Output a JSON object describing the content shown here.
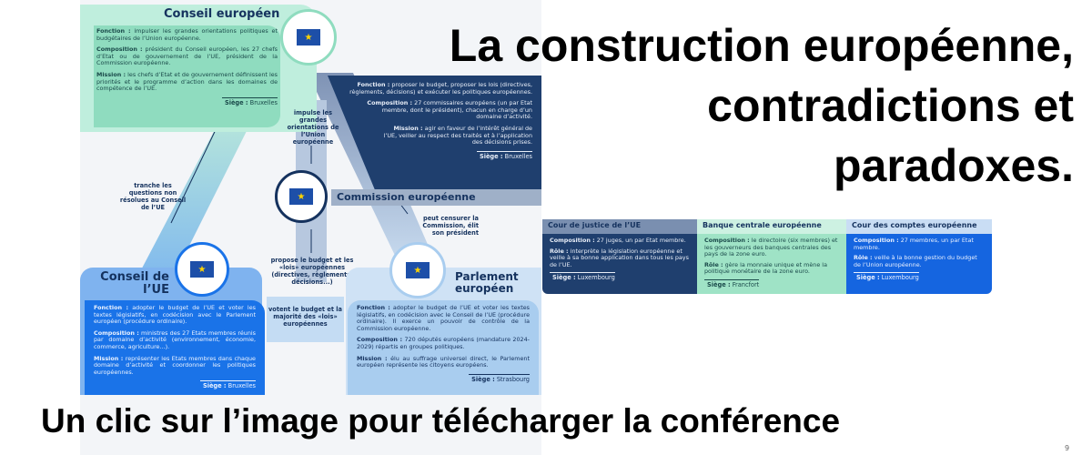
{
  "title": {
    "line1": "La construction européenne,",
    "line2": "contradictions et",
    "line3": "paradoxes."
  },
  "cta": "Un clic sur l’image pour télécharger la conférence",
  "page_number": "9",
  "colors": {
    "conseil_europeen": "#8fdcbf",
    "commission": "#1f3f6e",
    "conseil_ue": "#1a73e8",
    "parlement": "#a9cdef",
    "cjue": "#1f3f6e",
    "bce": "#9fe3c6",
    "cour_comptes": "#1565e0"
  },
  "conseil_europeen": {
    "title": "Conseil européen",
    "fonction_label": "Fonction :",
    "fonction": "impulser les grandes orientations politiques et budgétaires de l’Union européenne.",
    "composition_label": "Composition :",
    "composition": "président du Conseil européen, les 27 chefs d’Etat ou de gouvernement de l’UE, président de la Commission européenne.",
    "mission_label": "Mission :",
    "mission": "les chefs d’Etat et de gouvernement définissent les priorités et le programme d’action dans les domaines de compétence de l’UE.",
    "siege_label": "Siège :",
    "siege": "Bruxelles"
  },
  "commission": {
    "title": "Commission européenne",
    "fonction_label": "Fonction :",
    "fonction": "proposer le budget, proposer les lois (directives, règlements, décisions) et exécuter les politiques européennes.",
    "composition_label": "Composition :",
    "composition": "27 commissaires européens (un par Etat membre, dont le président), chacun en charge d’un domaine d’activité.",
    "mission_label": "Mission :",
    "mission": "agir en faveur de l’intérêt général de l’UE, veiller au respect des traités et à l’application des décisions prises.",
    "siege_label": "Siège :",
    "siege": "Bruxelles"
  },
  "conseil_ue": {
    "title": "Conseil de l’UE",
    "fonction_label": "Fonction :",
    "fonction": "adopter le budget de l’UE et voter les textes législatifs, en codécision avec le Parlement européen (procédure ordinaire).",
    "composition_label": "Composition :",
    "composition": "ministres des 27 Etats membres réunis par domaine d’activité (environnement, économie, commerce, agriculture...).",
    "mission_label": "Mission :",
    "mission": "représenter les Etats membres dans chaque domaine d’activité et coordonner les politiques européennes.",
    "siege_label": "Siège :",
    "siege": "Bruxelles"
  },
  "parlement": {
    "title": "Parlement européen",
    "fonction_label": "Fonction :",
    "fonction": "adopter le budget de l’UE et voter les textes législatifs, en codécision avec le Conseil de l’UE (procédure ordinaire). Il exerce un pouvoir de contrôle de la Commission européenne.",
    "composition_label": "Composition :",
    "composition": "720 députés européens (mandature 2024-2029) répartis en groupes politiques.",
    "mission_label": "Mission :",
    "mission": "élu au suffrage universel direct, le Parlement européen représente les citoyens européens.",
    "siege_label": "Siège :",
    "siege": "Strasbourg"
  },
  "arrows": {
    "impulse": "impulse les grandes orientations de l’Union européenne",
    "tranche": "tranche les questions non résolues au Conseil de l’UE",
    "propose": "propose le budget et les «lois» européennes (directives, règlements, décisions...)",
    "censure": "peut censurer la Commission, élit son président",
    "votent": "votent le budget et la majorité des «lois» européennes"
  },
  "bands": [
    {
      "title": "Cour de justice de l’UE",
      "l1": "Composition :",
      "t1": "27 juges, un par Etat membre.",
      "l2": "Rôle :",
      "t2": "interprète la législation européenne et veille à sa bonne application dans tous les pays de l’UE.",
      "siege_label": "Siège :",
      "siege": "Luxembourg"
    },
    {
      "title": "Banque centrale européenne",
      "l1": "Composition :",
      "t1": "le directoire (six membres) et les gouverneurs des banques centrales des pays de la zone euro.",
      "l2": "Rôle :",
      "t2": "gère la monnaie unique et mène la politique monétaire de la zone euro.",
      "siege_label": "Siège :",
      "siege": "Francfort"
    },
    {
      "title": "Cour des comptes européenne",
      "l1": "Composition :",
      "t1": "27 membres, un par Etat membre.",
      "l2": "Rôle :",
      "t2": "veille à la bonne gestion du budget de l’Union européenne.",
      "siege_label": "Siège :",
      "siege": "Luxembourg"
    }
  ]
}
